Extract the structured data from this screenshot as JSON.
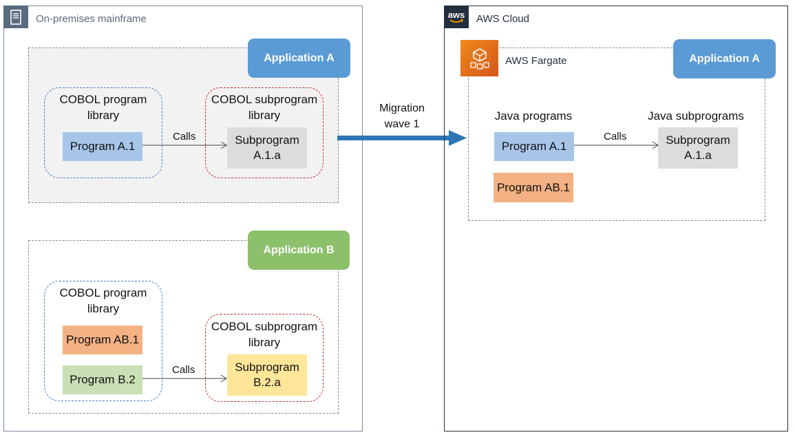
{
  "mainframe": {
    "title": "On-premises mainframe",
    "icon": "server-icon",
    "app_a": {
      "badge": "Application A",
      "program_library_label": "COBOL program library",
      "subprogram_library_label": "COBOL subprogram library",
      "program": "Program A.1",
      "subprogram": "Subprogram A.1.a",
      "calls_label": "Calls"
    },
    "app_b": {
      "badge": "Application B",
      "program_library_label": "COBOL program library",
      "subprogram_library_label": "COBOL subprogram library",
      "programs": [
        "Program AB.1",
        "Program B.2"
      ],
      "subprogram": "Subprogram B.2.a",
      "calls_label": "Calls"
    }
  },
  "migration": {
    "label": "Migration wave 1"
  },
  "cloud": {
    "title": "AWS Cloud",
    "logo_text": "aws",
    "fargate": {
      "label": "AWS Fargate",
      "icon": "fargate-icon",
      "badge": "Application A",
      "java_programs_label": "Java programs",
      "java_subprograms_label": "Java subprograms",
      "programs": [
        "Program A.1",
        "Program AB.1"
      ],
      "subprogram": "Subprogram A.1.a",
      "calls_label": "Calls"
    }
  },
  "colors": {
    "app_a_badge": "#5b9bd5",
    "app_b_badge": "#8cc06a",
    "program_blue": "#a7c5e8",
    "program_orange": "#f4b183",
    "program_green": "#c9dfb5",
    "subprogram_grey": "#dcdcdc",
    "subprogram_yellow": "#ffe699",
    "migration_arrow": "#2e75b6"
  }
}
